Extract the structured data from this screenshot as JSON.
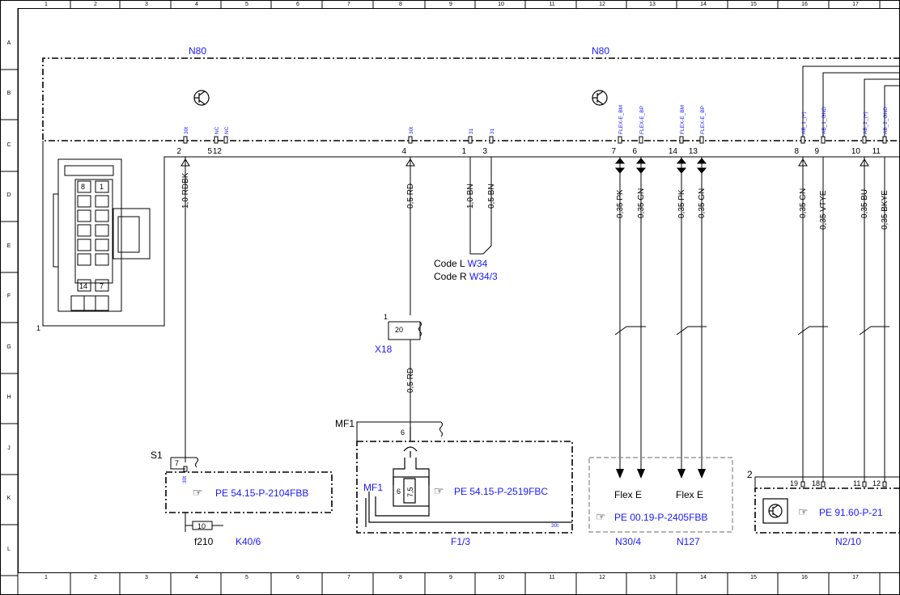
{
  "frame": {
    "columns": [
      "1",
      "2",
      "3",
      "4",
      "5",
      "6",
      "7",
      "8",
      "9",
      "10",
      "11",
      "12",
      "13",
      "14",
      "15",
      "16",
      "17"
    ],
    "rows": [
      "A",
      "B",
      "C",
      "D",
      "E",
      "F",
      "G",
      "H",
      "J",
      "K",
      "L"
    ]
  },
  "module": {
    "label_left": "N80",
    "label_right": "N80"
  },
  "pins": [
    {
      "num": "2",
      "name": "30t"
    },
    {
      "num": "5",
      "name": "NC"
    },
    {
      "num": "12",
      "name": "NC"
    },
    {
      "num": "4",
      "name": "30t"
    },
    {
      "num": "1",
      "name": "31"
    },
    {
      "num": "3",
      "name": "31"
    },
    {
      "num": "7",
      "name": "FLEX-E_BM"
    },
    {
      "num": "6",
      "name": "FLEX-E_BP"
    },
    {
      "num": "14",
      "name": "FLEX-E_BM"
    },
    {
      "num": "13",
      "name": "FLEX-E_BP"
    },
    {
      "num": "8",
      "name": "AB_1_(+)"
    },
    {
      "num": "9",
      "name": "AB_1_GND"
    },
    {
      "num": "10",
      "name": "AB_2_(+)"
    },
    {
      "num": "11",
      "name": "AB_2_GND"
    }
  ],
  "wires": [
    "1,0 RDBK",
    "0,5 RD",
    "1,0 BN",
    "0,5 BN",
    "0,35 PK",
    "0,35 GN",
    "0,35 PK",
    "0,35 GN",
    "0,35 GN",
    "0,35 VTYE",
    "0,35 BU",
    "0,35 BKYE",
    "0,5 RD"
  ],
  "connector": {
    "cells": [
      "8",
      "1",
      "14",
      "7"
    ],
    "pin1": "1"
  },
  "ground_code": {
    "line1_code": "Code L",
    "line1_ref": "W34",
    "line2_code": "Code R",
    "line2_ref": "W34/3"
  },
  "x18": {
    "pin": "1",
    "num": "20",
    "label": "X18"
  },
  "s1": {
    "label": "S1",
    "pin": "7",
    "pin_name": "30t",
    "ref": "PE 54.15-P-2104FBB"
  },
  "fuse": {
    "value": "10",
    "label": "f210",
    "ref": "K40/6"
  },
  "mf1": {
    "label_top": "MF1",
    "pin": "6",
    "label_inner": "MF1",
    "inner_pin": "6",
    "fuse": "7,5",
    "ref": "PE 54.15-P-2519FBC",
    "gnd_tag": "30t",
    "label": "F1/3"
  },
  "flex": {
    "label1": "Flex E",
    "label2": "Flex E",
    "ref": "PE 00.19-P-2405FBB",
    "id1": "N30/4",
    "id2": "N127"
  },
  "n2": {
    "pin_box": "2",
    "pins": [
      "19",
      "18",
      "11",
      "12"
    ],
    "ref": "PE 91.60-P-21",
    "label": "N2/10"
  }
}
